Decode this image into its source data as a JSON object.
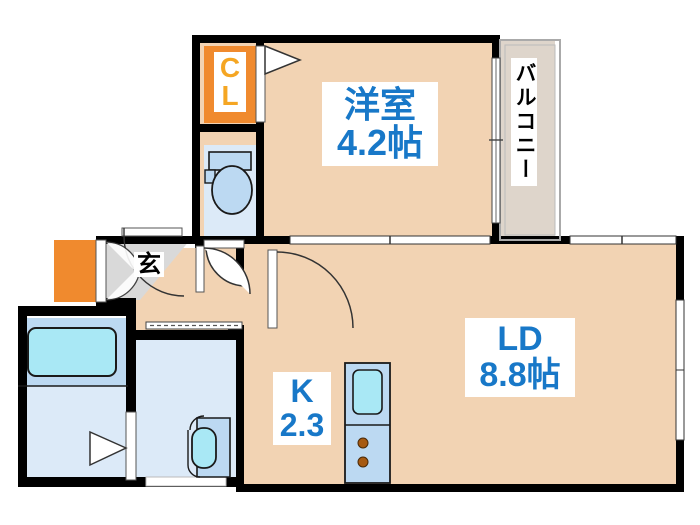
{
  "plan": {
    "type": "japanese-floor-plan",
    "title": "1LDK apartment floor plan",
    "unit_suffix": "帖",
    "colors": {
      "wall": "#000000",
      "floor_tatami": "#f2d3b3",
      "floor_wood": "#f2d3b3",
      "water_area": "#dceaf8",
      "fixture_blue": "#bcd9f2",
      "tub_cyan": "#a9e8f5",
      "closet_orange": "#f08a2e",
      "balcony_gray": "#ded5cb",
      "entry_gray": "#d9d9d9",
      "text_blue": "#1878c8",
      "text_orange": "#fcb316",
      "burner_brown": "#a65a12"
    },
    "rooms": [
      {
        "id": "bedroom",
        "name": "洋室",
        "size": "4.2帖",
        "name_label": "洋室",
        "size_label": "4.2帖"
      },
      {
        "id": "ld",
        "name": "LD",
        "size": "8.8帖",
        "name_label": "LD",
        "size_label": "8.8帖"
      },
      {
        "id": "kitchen",
        "name": "K",
        "size": "2.3",
        "name_label": "K",
        "size_label": "2.3"
      },
      {
        "id": "closet",
        "name": "CL",
        "size": "",
        "name_label": "C",
        "size_label": "L"
      },
      {
        "id": "balcony",
        "name": "バルコニー",
        "size": "",
        "name_label": "バルコニー",
        "size_label": ""
      },
      {
        "id": "entrance",
        "name": "玄",
        "size": "",
        "name_label": "玄",
        "size_label": ""
      }
    ],
    "labels": {
      "bedroom_name": "洋室",
      "bedroom_size": "4.2帖",
      "ld_name": "LD",
      "ld_size": "8.8帖",
      "kitchen_name": "K",
      "kitchen_size": "2.3",
      "closet_line1": "C",
      "closet_line2": "L",
      "balcony": "バルコニー",
      "entrance": "玄"
    },
    "fixtures": [
      {
        "id": "toilet",
        "name": "toilet"
      },
      {
        "id": "bathtub",
        "name": "bathtub"
      },
      {
        "id": "washbasin",
        "name": "washbasin"
      },
      {
        "id": "kitchen-sink",
        "name": "kitchen-sink"
      },
      {
        "id": "stove-burners",
        "name": "stove-burners",
        "count": 2
      },
      {
        "id": "shoe-cabinet",
        "name": "shoe-cabinet"
      }
    ],
    "doors": [
      {
        "id": "entrance-door",
        "type": "swing"
      },
      {
        "id": "entrance-inner-door",
        "type": "swing"
      },
      {
        "id": "bedroom-door",
        "type": "swing"
      },
      {
        "id": "ld-door",
        "type": "swing"
      },
      {
        "id": "toilet-door",
        "type": "swing"
      },
      {
        "id": "bathroom-door",
        "type": "folding"
      },
      {
        "id": "washroom-door",
        "type": "folding"
      },
      {
        "id": "closet-door",
        "type": "folding"
      },
      {
        "id": "balcony-sliding",
        "type": "sliding"
      }
    ],
    "windows": [
      {
        "id": "bedroom-south-window"
      },
      {
        "id": "ld-north-window"
      },
      {
        "id": "ld-east-window-upper"
      },
      {
        "id": "ld-east-window-lower"
      },
      {
        "id": "washroom-window"
      }
    ]
  }
}
